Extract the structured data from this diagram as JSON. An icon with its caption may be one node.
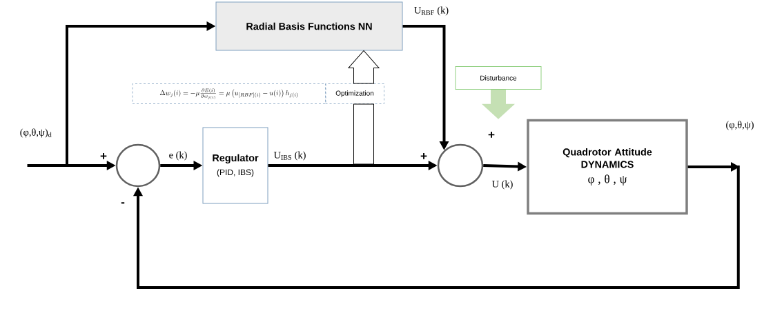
{
  "diagram": {
    "nodes": [
      {
        "text": [
          "(φ,θ,ψ)$_{d}$"
        ]
      },
      {
        "text": [
          "Radial Basis Functions NN"
        ]
      },
      {
        "text": [
          "\\Delta w_j(i) = -\\mu \\frac{\\partial E(i)}{\\partial w_{j(i)}} = \\mu\\left(u_{[RBF](i)} - u(i)\\right) h_{j(i)}"
        ]
      },
      {
        "text": [
          "Optimization"
        ]
      },
      {
        "text": [],
        "shape": "circle"
      },
      {
        "text": [
          "Regulator",
          "(PID, IBS)"
        ]
      },
      {
        "text": [],
        "shape": "circle"
      },
      {
        "text": [
          "Disturbance"
        ]
      },
      {
        "text": [
          "Quadrotor Attitude DYNAMICS",
          "φ  , θ  , ψ"
        ]
      },
      {
        "text": [
          "(φ,θ,ψ)"
        ]
      }
    ],
    "edges": [
      {
        "from": 0,
        "to": 4,
        "arrow": "to"
      },
      {
        "from": 0,
        "to": 1,
        "arrow": "to"
      },
      {
        "from": 4,
        "to": 5,
        "arrow": "to",
        "label": "e (k)"
      },
      {
        "from": 5,
        "to": 6,
        "arrow": "to",
        "label": "U$_{IBS}$ (k)"
      },
      {
        "from": 1,
        "to": 6,
        "arrow": "to",
        "label": "U$_{RBF}$ (k)"
      },
      {
        "from": null,
        "to": 3,
        "arrow": "none",
        "style": "thick"
      },
      {
        "from": 3,
        "to": 1,
        "arrow": "to",
        "style": "thick"
      },
      {
        "from": 6,
        "to": 8,
        "arrow": "to",
        "label": "U (k)"
      },
      {
        "from": 8,
        "to": 9,
        "arrow": "to"
      },
      {
        "from": 8,
        "to": 4,
        "arrow": "to"
      },
      {
        "from": 7,
        "to": 8,
        "arrow": "to",
        "style": "thick",
        "color": "#c5e0b4"
      }
    ],
    "labels": [
      "+",
      "+",
      "+",
      "-"
    ]
  }
}
